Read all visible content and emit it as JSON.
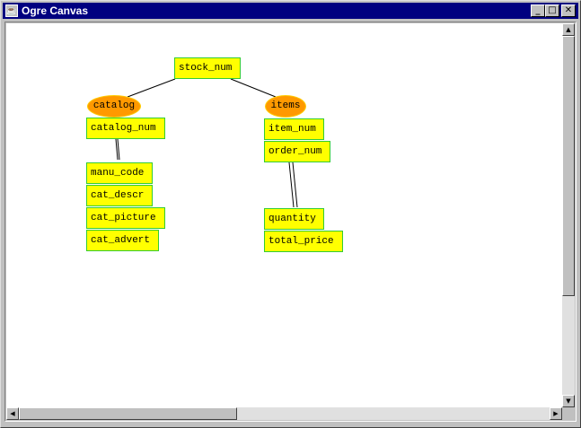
{
  "window": {
    "title": "Ogre Canvas",
    "minimize_glyph": "_",
    "maximize_glyph": "□",
    "close_glyph": "✕"
  },
  "diagram": {
    "root": "stock_num",
    "tables": [
      {
        "label": "catalog",
        "columns": [
          "catalog_num",
          "manu_code",
          "cat_descr",
          "cat_picture",
          "cat_advert"
        ]
      },
      {
        "label": "items",
        "columns": [
          "item_num",
          "order_num",
          "quantity",
          "total_price"
        ]
      }
    ]
  },
  "scroll": {
    "up_glyph": "▲",
    "down_glyph": "▼",
    "left_glyph": "◀",
    "right_glyph": "▶"
  },
  "colors": {
    "titlebar": "#000080",
    "node_fill": "#ffff00",
    "node_border": "#33cc33",
    "table_fill": "#ff9900"
  }
}
